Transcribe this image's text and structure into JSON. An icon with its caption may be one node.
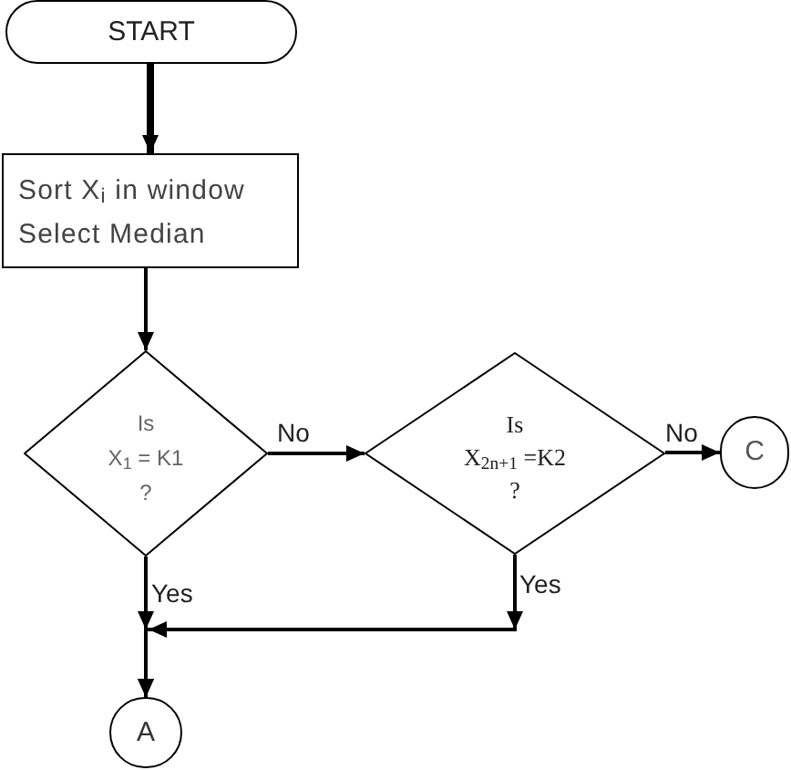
{
  "diagram": {
    "nodes": [
      {
        "text": [
          "START"
        ]
      },
      {
        "text": [
          "Sort X$_{i}$ in window",
          "Select Median"
        ]
      },
      {
        "text": [
          "Is",
          "X$_{1}$ = K1",
          "?"
        ]
      },
      {
        "text": [
          "Is",
          "X$_{2n+1}$ =K2",
          "?"
        ]
      },
      {
        "text": [
          "C"
        ]
      },
      {
        "text": [
          "A"
        ]
      }
    ],
    "edges": [
      {
        "from": 0,
        "to": 1,
        "arrow": "to",
        "style": "thick"
      },
      {
        "from": 1,
        "to": 2,
        "arrow": "to"
      },
      {
        "from": 2,
        "to": 3,
        "arrow": "to",
        "label": "No"
      },
      {
        "from": 3,
        "to": 4,
        "arrow": "to",
        "label": "No"
      },
      {
        "from": 2,
        "to": 5,
        "arrow": "to",
        "label": "Yes"
      },
      {
        "from": 3,
        "to": 5,
        "arrow": "to",
        "label": "Yes"
      }
    ]
  }
}
